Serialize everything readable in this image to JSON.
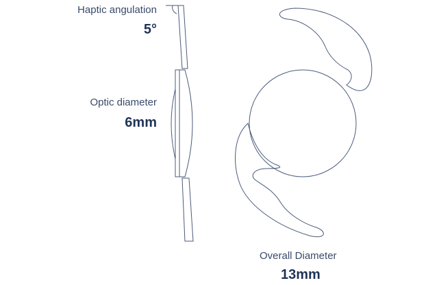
{
  "specs": {
    "haptic_angulation": {
      "label": "Haptic angulation",
      "value": "5°"
    },
    "optic_diameter": {
      "label": "Optic diameter",
      "value": "6mm"
    },
    "overall_diameter": {
      "label": "Overall Diameter",
      "value": "13mm"
    }
  },
  "colors": {
    "line": "#4a5a7a",
    "label": "#3a4a6b",
    "value": "#1f3358"
  }
}
